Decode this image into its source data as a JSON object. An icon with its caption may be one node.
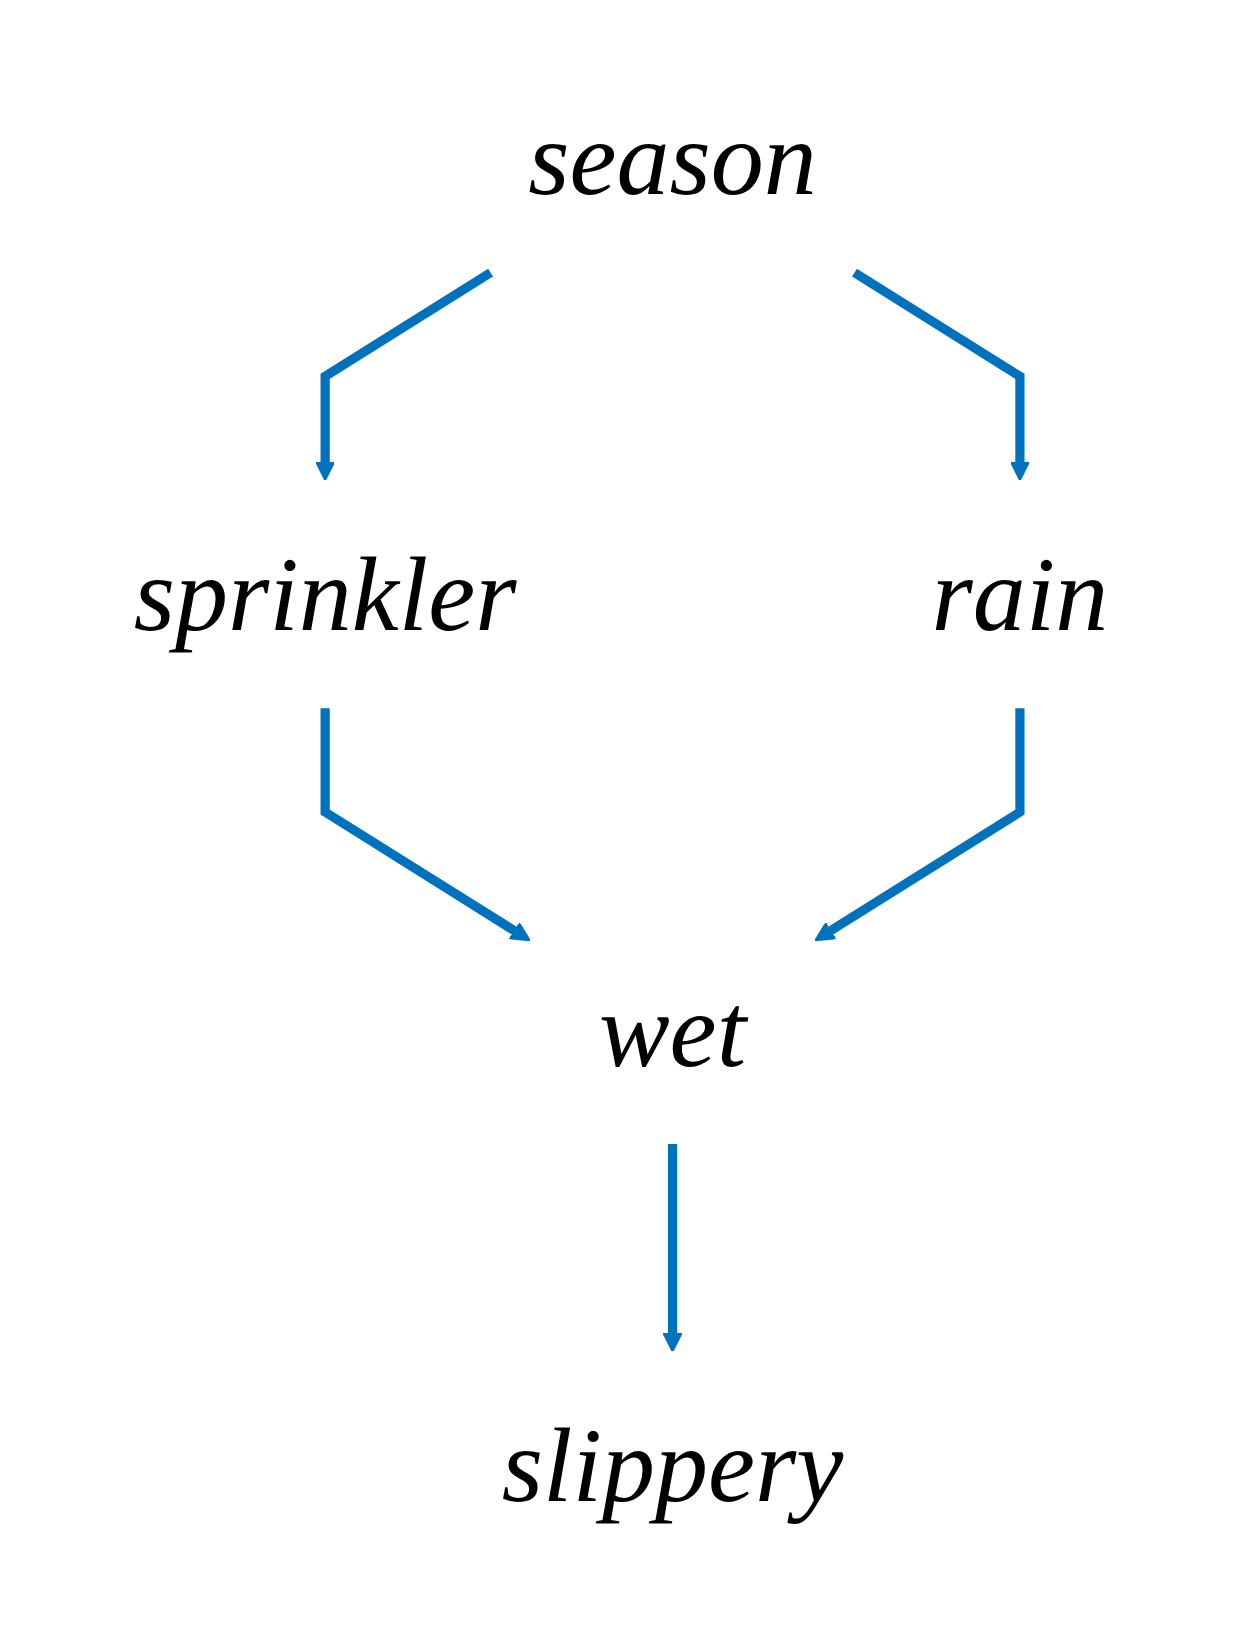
{
  "diagram": {
    "nodes": [
      {
        "text": [
          "season"
        ]
      },
      {
        "text": [
          "sprinkler"
        ]
      },
      {
        "text": [
          "rain"
        ]
      },
      {
        "text": [
          "wet"
        ]
      },
      {
        "text": [
          "slippery"
        ]
      }
    ],
    "edges": [
      {
        "from": 0,
        "to": 1,
        "arrow": "to"
      },
      {
        "from": 0,
        "to": 2,
        "arrow": "to"
      },
      {
        "from": 1,
        "to": 3,
        "arrow": "to"
      },
      {
        "from": 2,
        "to": 3,
        "arrow": "to"
      },
      {
        "from": 3,
        "to": 4,
        "arrow": "to"
      }
    ]
  }
}
